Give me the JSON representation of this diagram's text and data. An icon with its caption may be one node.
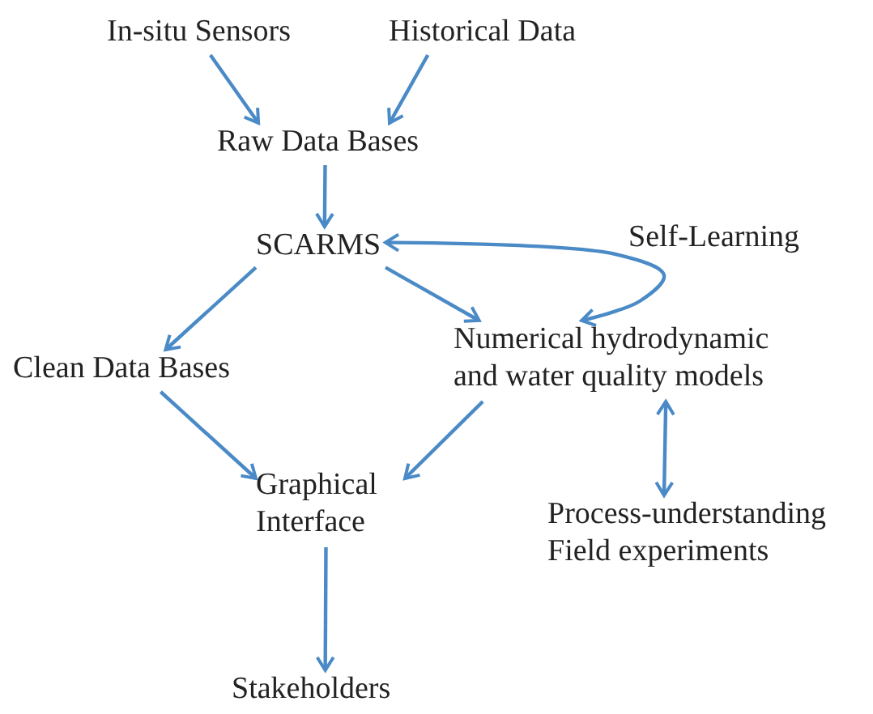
{
  "diagram": {
    "nodes": [
      {
        "text": [
          "In-situ Sensors"
        ]
      },
      {
        "text": [
          "Historical Data"
        ]
      },
      {
        "text": [
          "Raw Data Bases"
        ]
      },
      {
        "text": [
          "SCARMS"
        ]
      },
      {
        "text": [
          "Numerical hydrodynamic and water quality models"
        ]
      },
      {
        "text": [
          "Clean Data Bases"
        ]
      },
      {
        "text": [
          "Graphical Interface"
        ]
      },
      {
        "text": [
          "Process-understanding Field experiments"
        ]
      },
      {
        "text": [
          "Stakeholders"
        ]
      }
    ],
    "edges": [
      {
        "from": 0,
        "to": 2,
        "arrow": "to"
      },
      {
        "from": 1,
        "to": 2,
        "arrow": "to"
      },
      {
        "from": 2,
        "to": 3,
        "arrow": "to"
      },
      {
        "from": 3,
        "to": 5,
        "arrow": "to"
      },
      {
        "from": 3,
        "to": 4,
        "arrow": "to"
      },
      {
        "from": 4,
        "to": 3,
        "arrow": "both",
        "label": "Self-Learning"
      },
      {
        "from": 5,
        "to": 6,
        "arrow": "to"
      },
      {
        "from": 4,
        "to": 6,
        "arrow": "to"
      },
      {
        "from": 4,
        "to": 7,
        "arrow": "both"
      },
      {
        "from": 6,
        "to": 8,
        "arrow": "to"
      }
    ]
  }
}
